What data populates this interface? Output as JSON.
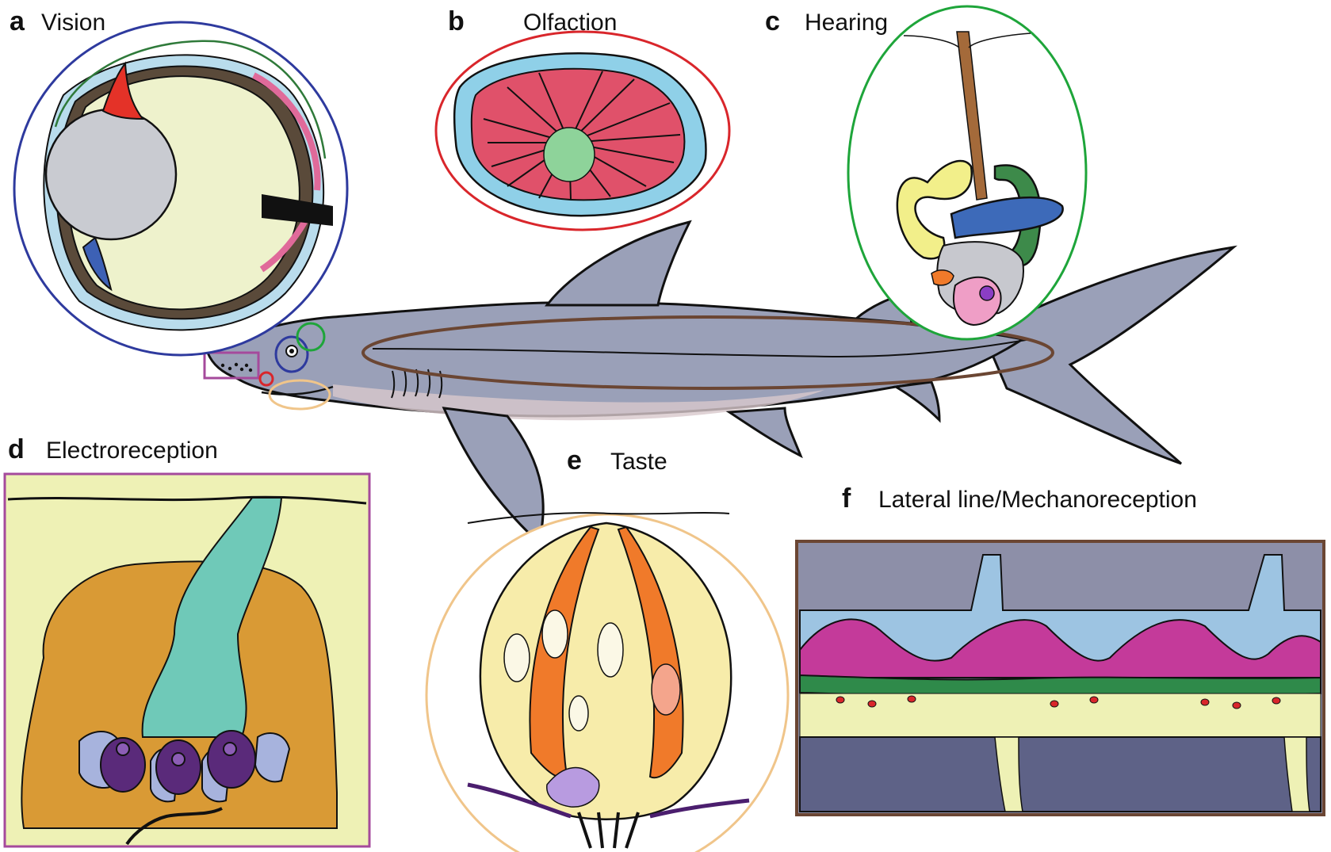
{
  "panels": [
    {
      "letter": "a",
      "title": "Vision"
    },
    {
      "letter": "b",
      "title": "Olfaction"
    },
    {
      "letter": "c",
      "title": "Hearing"
    },
    {
      "letter": "d",
      "title": "Electroreception"
    },
    {
      "letter": "e",
      "title": "Taste"
    },
    {
      "letter": "f",
      "title": "Lateral line/Mechanoreception"
    }
  ],
  "colors": {
    "vision": "#2e3a9e",
    "olfaction": "#d9262b",
    "hearing": "#1ea53a",
    "electroreception": "#a54a9c",
    "taste": "#f0c58a",
    "lateral_line": "#6b4633",
    "shark_body": "#9aa0b8",
    "shark_belly": "#d8c8cc"
  }
}
